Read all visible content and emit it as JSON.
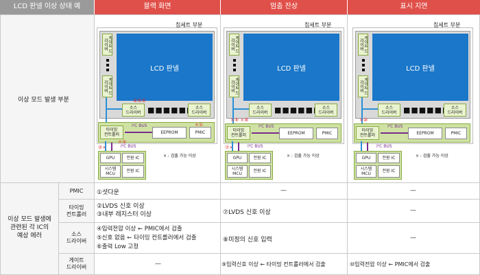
{
  "header": {
    "corner": "LCD 판넬 이상 상태 예",
    "columns": [
      "블랙 화면",
      "멈춤 잔상",
      "표시 지연"
    ]
  },
  "rows": {
    "diagram_label": "이상 모드 발생 부분",
    "ic_group_label": "이상 모드 발생에\n관련된 각 IC의\n예상 에러",
    "ic_rows": [
      {
        "name": "PMIC",
        "cells": [
          "①셧다운",
          "—",
          "—"
        ]
      },
      {
        "name": "타이밍\n컨트롤러",
        "cells": [
          "②LVDS 신호 이상\n③내부 레지스터 이상",
          "⑦LVDS 신호 이상",
          "—"
        ]
      },
      {
        "name": "소스\n드라이버",
        "cells": [
          "④입력전압 이상 ← PMIC에서 검출\n⑤신호 없음 ← 타이밍 컨트롤러에서 검출\n⑥출력 Low 고정",
          "⑧미정의 신호 입력",
          "—"
        ]
      },
      {
        "name": "게이트\n드라이버",
        "cells": [
          "—",
          "⑨입력신호 이상 ← 타이밍 컨트롤러에서 검출",
          "⑩입력전압 이상 ← PMIC에서 검출"
        ]
      }
    ]
  },
  "diagram": {
    "chipset": "칩세트 부분",
    "lcd": "LCD 판넬",
    "gate": "게이트\n드라이버",
    "source": "소스\n드라이버",
    "tcon": "타이밍\n컨트롤러",
    "eeprom": "EEPROM",
    "pmic": "PMIC",
    "i2c": "I²C BUS",
    "gpu": "GPU",
    "power": "전원 IC",
    "mcu": "시스템\nMCU",
    "legend": "× : 검출 가능 이상",
    "marks1": {
      "m456": "④⑤⑥",
      "m1": "×①",
      "m2": "②×",
      "m3": "×③"
    },
    "marks2": {
      "m98": "×⑨ ×⑧",
      "m7": "⑦×"
    },
    "marks3": {
      "m10": "×⑩"
    }
  },
  "colors": {
    "header_red": "#e0504a",
    "header_grey": "#9a9a9a",
    "lcd_blue": "#1a77c9",
    "green_box": "#eaf3cf",
    "mark_red": "#e0282d"
  }
}
